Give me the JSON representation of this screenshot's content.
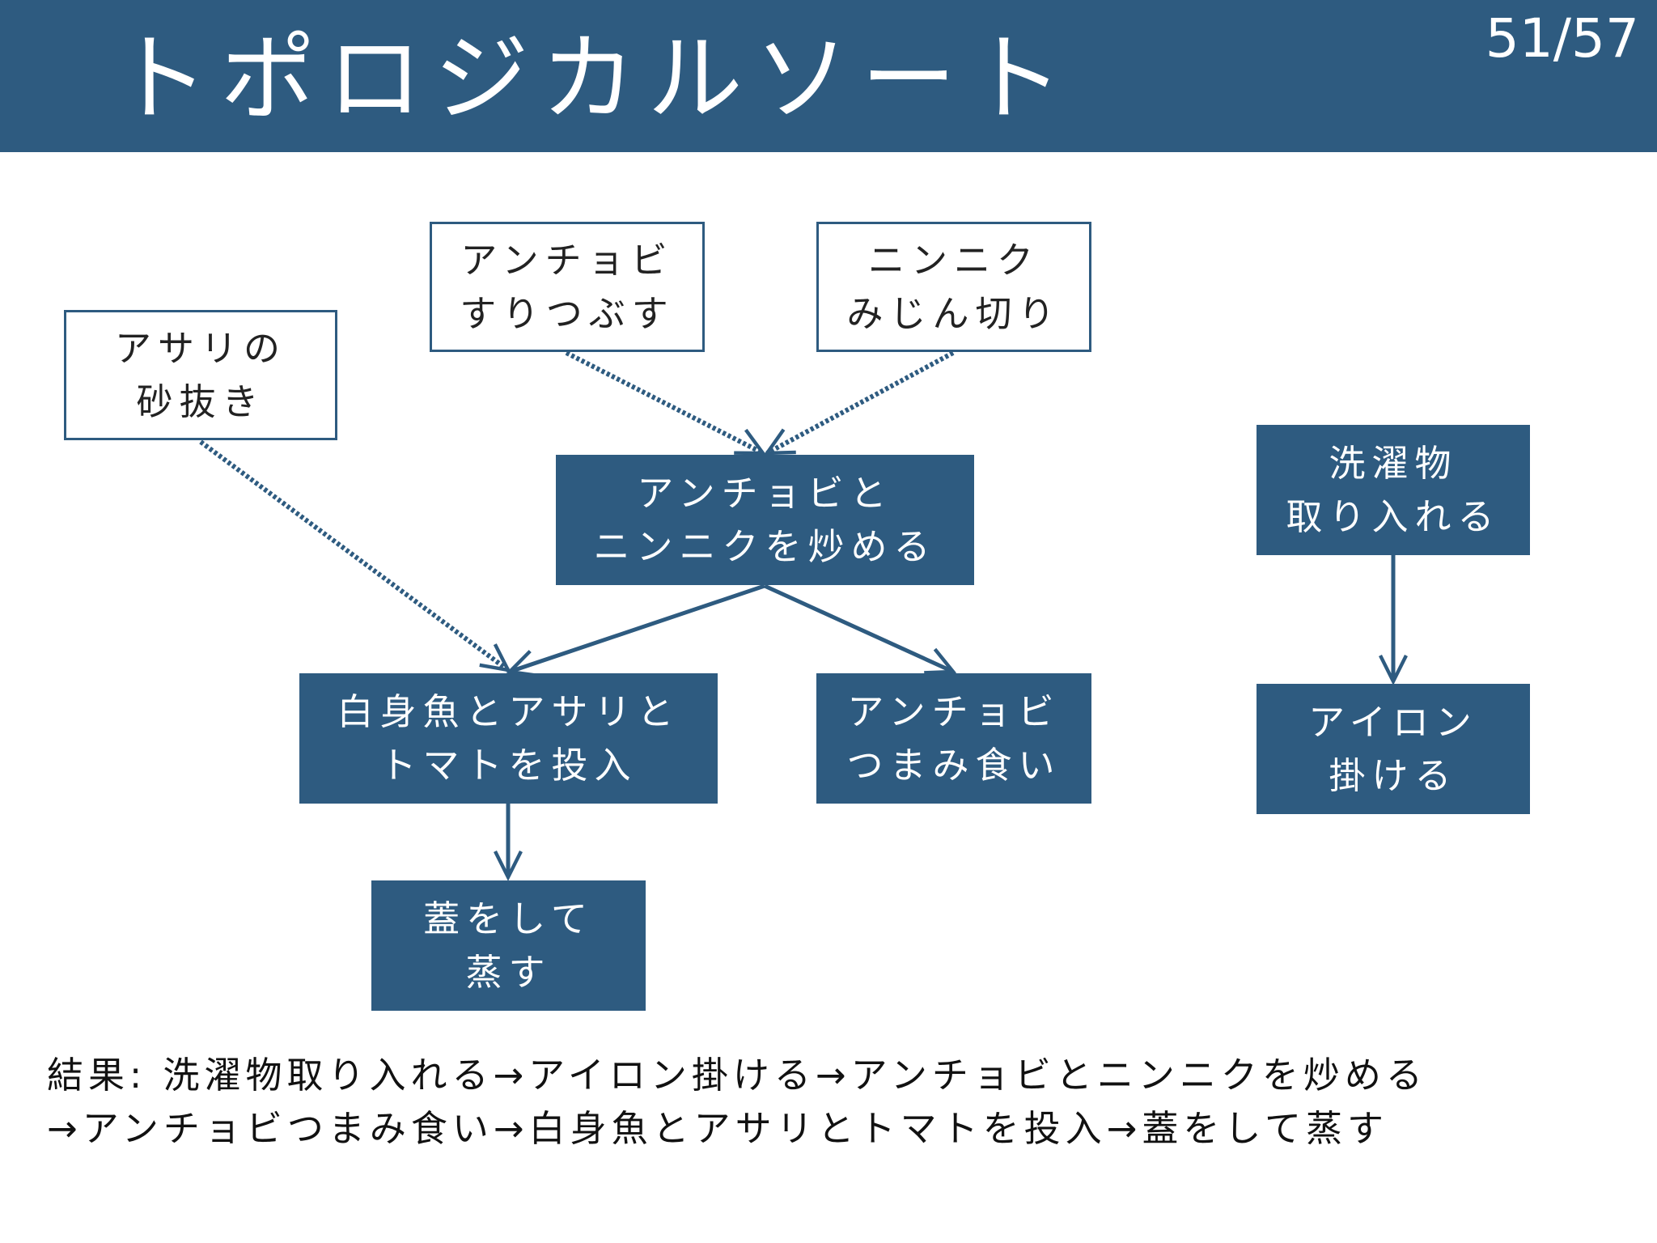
{
  "slide": {
    "title": "トポロジカルソート",
    "page_number": "51/57"
  },
  "nodes": {
    "asari": {
      "line1": "アサリの",
      "line2": "砂抜き"
    },
    "anchovy_crush": {
      "line1": "アンチョビ",
      "line2": "すりつぶす"
    },
    "garlic_mince": {
      "line1": "ニンニク",
      "line2": "みじん切り"
    },
    "fry": {
      "line1": "アンチョビと",
      "line2": "ニンニクを炒める"
    },
    "laundry": {
      "line1": "洗濯物",
      "line2": "取り入れる"
    },
    "add_fish": {
      "line1": "白身魚とアサリと",
      "line2": "トマトを投入"
    },
    "anchovy_snack": {
      "line1": "アンチョビ",
      "line2": "つまみ食い"
    },
    "iron": {
      "line1": "アイロン",
      "line2": "掛ける"
    },
    "steam": {
      "line1": "蓋をして",
      "line2": "蒸す"
    }
  },
  "result": {
    "line1": "結果: 洗濯物取り入れる→アイロン掛ける→アンチョビとニンニクを炒める",
    "line2": "→アンチョビつまみ食い→白身魚とアサリとトマトを投入→蓋をして蒸す"
  },
  "colors": {
    "accent": "#2e5b80",
    "background": "#ffffff",
    "text": "#222222"
  }
}
